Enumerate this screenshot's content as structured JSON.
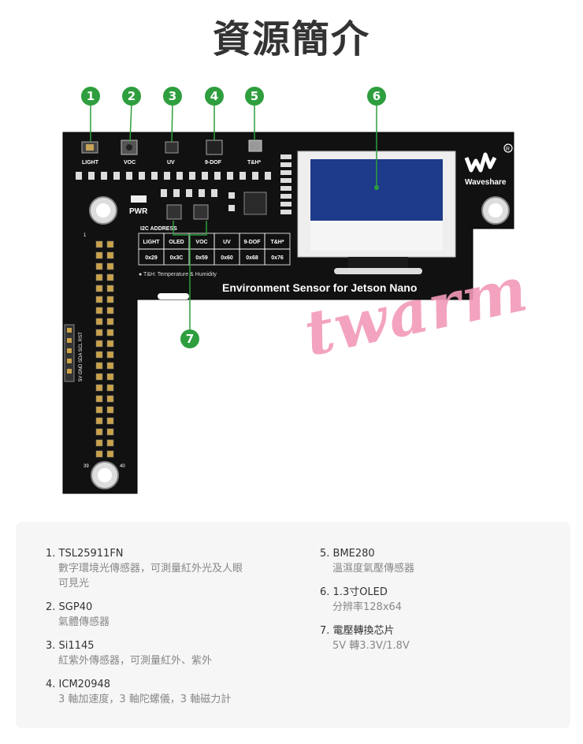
{
  "title": "資源簡介",
  "board": {
    "brand": "Waveshare",
    "product_name": "Environment Sensor for Jetson Nano",
    "pwr_label": "PWR",
    "sensor_labels": [
      "LIGHT",
      "VOC",
      "UV",
      "9-DOF",
      "T&H*"
    ],
    "i2c_title": "I2C ADDRESS",
    "i2c_headers": [
      "LIGHT",
      "OLED",
      "VOC",
      "UV",
      "9-DOF",
      "T&H*"
    ],
    "i2c_values": [
      "0x29",
      "0x3C",
      "0x59",
      "0x60",
      "0x68",
      "0x76"
    ],
    "th_note": "● T&H: Temperature & Humidity",
    "side_header_label": "5V GND SDA SCL RST",
    "pin_numbers": {
      "top": "1",
      "bottom_left": "39",
      "bottom_right": "40"
    }
  },
  "callouts": [
    "1",
    "2",
    "3",
    "4",
    "5",
    "6",
    "7"
  ],
  "watermark": "twarm",
  "specs": {
    "left": [
      {
        "title": "1. TSL25911FN",
        "desc_lines": [
          "數字環境光傳感器，可測量紅外光及人眼",
          "可見光"
        ]
      },
      {
        "title": "2. SGP40",
        "desc_lines": [
          "氣體傳感器"
        ]
      },
      {
        "title": "3. Si1145",
        "desc_lines": [
          "紅紫外傳感器，可測量紅外、紫外"
        ]
      },
      {
        "title": "4. ICM20948",
        "desc_lines": [
          "3 軸加速度，3 軸陀螺儀，3 軸磁力計"
        ]
      }
    ],
    "right": [
      {
        "title": "5. BME280",
        "desc_lines": [
          "溫濕度氣壓傳感器"
        ]
      },
      {
        "title": "6. 1.3寸OLED",
        "desc_lines": [
          "分辨率128x64"
        ]
      },
      {
        "title": "7. 電壓轉換芯片",
        "desc_lines": [
          "5V 轉3.3V/1.8V"
        ]
      }
    ]
  },
  "colors": {
    "callout": "#2e9e3e",
    "pcb": "#111111",
    "oled": "#1e3a8a",
    "watermark": "#f29ab9",
    "panel": "#f6f6f6"
  }
}
